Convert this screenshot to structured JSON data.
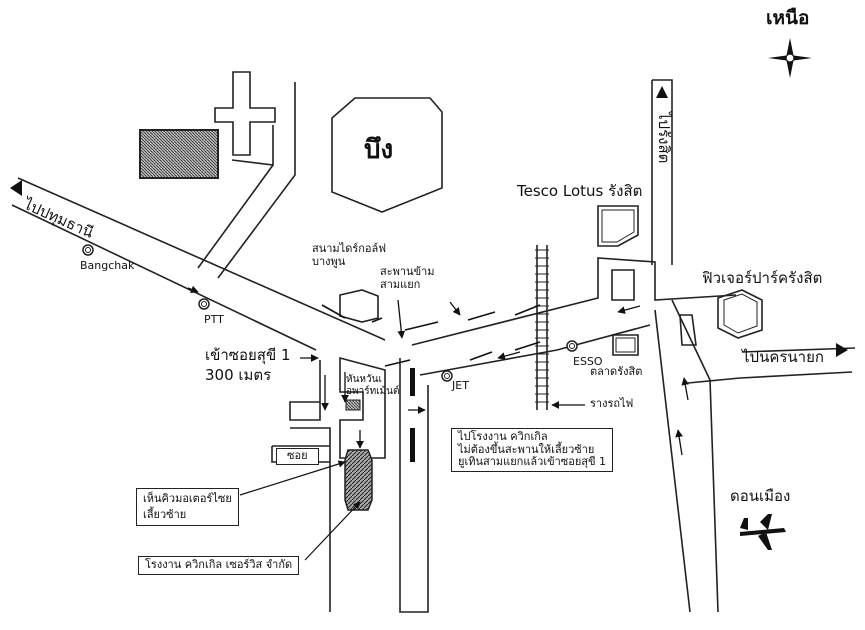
{
  "north_label": "เหนือ",
  "lake_label": "บึง",
  "roads": {
    "to_pathum_thani": "ไปปทุมธานี",
    "to_rangsit": "ไปรังสิต",
    "to_nakhon_nayok": "ไปนครนายก",
    "don_mueang": "ดอนเมือง"
  },
  "places": {
    "tesco": "Tesco Lotus รังสิต",
    "future_park": "ฟิวเจอร์ปาร์ครังสิต",
    "golf_line1": "สนามไดร์กอล์ฟ",
    "golf_line2": "บางพูน",
    "bridge_line1": "สะพานข้าม",
    "bridge_line2": "สามแยก",
    "soi_line1": "เข้าซอยสุขี 1",
    "soi_line2": "300 เมตร",
    "uturn_line1": "หันหวันเ",
    "uturn_line2": "อพาร์ทเม้นต์",
    "market": "ตลาดรังสิต",
    "railway": "รางรถไฟ",
    "soi": "ซอย",
    "factory_note": [
      "ไปโรงงาน ควิกเกิล",
      "ไม่ต้องขึ้นสะพานให้เลี้ยวซ้าย",
      "ยูเทินสามแยกแล้วเข้าซอยสุขี 1"
    ],
    "motorcycle_line1": "เห็นคิวมอเตอร์ไซย",
    "motorcycle_line2": "เลี้ยวซ้าย",
    "factory_name": "โรงงาน ควิกเกิล เซอร์วิส จำกัด"
  },
  "stations": {
    "bangchak": "Bangchak",
    "ptt": "PTT",
    "jet": "JET",
    "esso": "ESSO"
  }
}
